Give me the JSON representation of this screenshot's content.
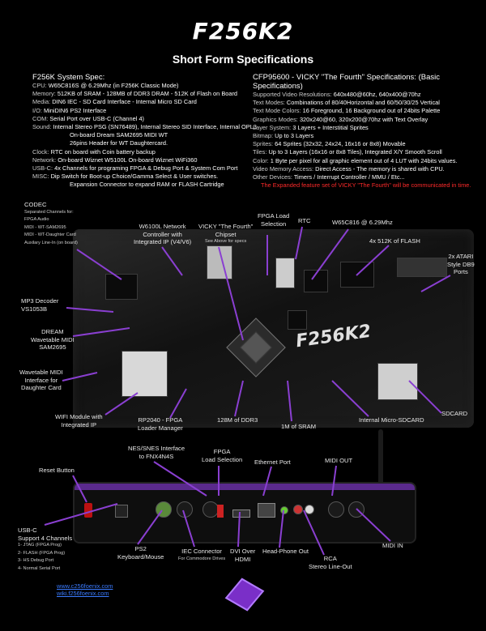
{
  "header": {
    "logo_text": "F256K2",
    "subtitle": "Short Form Specifications"
  },
  "system_spec": {
    "heading": "F256K System Spec:",
    "lines": [
      {
        "k": "CPU:",
        "v": "W65C816S @ 6.29Mhz (in F256K Classic Mode)"
      },
      {
        "k": "Memory:",
        "v": "512KB of SRAM - 128MB of DDR3 DRAM - 512K of Flash on Board"
      },
      {
        "k": "Media:",
        "v": "DIN6 IEC - SD Card Interface - Internal Micro SD Card"
      },
      {
        "k": "I/O:",
        "v": "MiniDIN6 PS2 Interface"
      },
      {
        "k": "COM:",
        "v": "Serial Port over USB-C (Channel 4)"
      },
      {
        "k": "Sound:",
        "v": "Internal Stereo PSG (SN76489), Internal Stereo SID Interface, Internal OPL3"
      },
      {
        "k": "",
        "v": "On-board Dream SAM2695 MIDI WT"
      },
      {
        "k": "",
        "v": "26pins Header for WT Daughtercard."
      },
      {
        "k": "Clock:",
        "v": "RTC on board with Coin battery backup"
      },
      {
        "k": "Network:",
        "v": "On-board Wiznet W5100L On-board Wiznet WiFi360"
      },
      {
        "k": "USB-C:",
        "v": "4x Channels for programing FPGA & Debug Port & System Com Port"
      },
      {
        "k": "MISC:",
        "v": "Dip Switch for Boot-up Choice/Gamma Select & User switches."
      },
      {
        "k": "",
        "v": "Expansion Connector to expand RAM or FLASH Cartridge"
      }
    ]
  },
  "vicky_spec": {
    "heading": "CFP95600 - VICKY \"The Fourth\" Specifications: (Basic Specifications)",
    "lines": [
      {
        "k": "Supported Video Resolutions:",
        "v": "640x480@60hz, 640x400@70hz"
      },
      {
        "k": "Text Modes:",
        "v": "Combinations of 80/40Horizontal and 60/50/30/25 Vertical"
      },
      {
        "k": "Text Mode Colors:",
        "v": "16 Foreground, 16 Background out of 24bits Palette"
      },
      {
        "k": "Graphics Modes:",
        "v": "320x240@60, 320x200@70hz with Text Overlay"
      },
      {
        "k": "Layer System:",
        "v": "3 Layers + Interstitial Sprites"
      },
      {
        "k": "Bitmap:",
        "v": "Up to 3 Layers"
      },
      {
        "k": "Sprites:",
        "v": "64 Sprites (32x32, 24x24, 16x16 or 8x8) Movable"
      },
      {
        "k": "Tiles:",
        "v": "Up to 3 Layers (16x16 or 8x8 Tiles), Integrated X/Y Smooth Scroll"
      },
      {
        "k": "Color:",
        "v": "1 Byte per pixel for all graphic element out of 4 LUT with 24bits values."
      },
      {
        "k": "Video Memory Access:",
        "v": "Direct Access - The memory is shared with CPU."
      },
      {
        "k": "Other Devices:",
        "v": "Timers / Interrupt Controller / MMU / Etc..."
      }
    ],
    "note": "The Expanded feature set of VICKY \"The Fourth\" will be communicated in time."
  },
  "board_callouts": {
    "codec_title": "CODEC",
    "codec_lines": [
      "Separated Channels for:",
      "FPGA Audio",
      "MIDI - WT-SAM2695",
      "MIDI - WT-Daughter Card",
      "Auxilary Line-In (on board)"
    ],
    "w6100": [
      "W6100L Network",
      "Controller with",
      "Integrated IP (V4/V6)"
    ],
    "vicky": [
      "VICKY \"The Fourth\"",
      "Chipset"
    ],
    "vicky_note": "See Above for specs",
    "fpga_load": [
      "FPGA Load",
      "Selection"
    ],
    "rtc": "RTC",
    "cpu": "W65C816 @ 6.29Mhz",
    "flash": "4x 512K of FLASH",
    "atari": [
      "2x ATARI",
      "Style DB9",
      "Ports"
    ],
    "mp3": [
      "MP3 Decoder",
      "VS1053B"
    ],
    "dream": [
      "DREAM",
      "Wavetable MIDI",
      "SAM2695"
    ],
    "wt_interface": [
      "Wavetable MIDI",
      "Interface for",
      "Daughter Card"
    ],
    "wifi": [
      "WIFI Module with",
      "Integrated IP"
    ],
    "rp2040": [
      "RP2040 - FPGA",
      "Loader Manager"
    ],
    "ddr3": "128M of DDR3",
    "sram": "1M of SRAM",
    "microsd": "Internal Micro-SDCARD",
    "sdcard": "SDCARD",
    "board_logo": "F256K2"
  },
  "rear_callouts": {
    "nes": [
      "NES/SNES Interface",
      "to FNX4N4S"
    ],
    "fpga_load": [
      "FPGA",
      "Load Selection"
    ],
    "ethernet": "Ethernet Port",
    "midi_out": "MIDI OUT",
    "reset": "Reset Button",
    "usbc_title": "USB-C",
    "usbc_lines": [
      "Support 4 Channels",
      "1- JTAG (FPGA Prog)",
      "2- FLASH (FPGA Prog)",
      "3- HS Debug Port",
      "4- Normal Serial Port"
    ],
    "ps2": [
      "PS2",
      "Keyboard/Mouse"
    ],
    "iec": "IEC Connector",
    "iec_note": "For Commodore Drives",
    "dvi": [
      "DVI Over",
      "HDMI"
    ],
    "headphone": "Head-Phone Out",
    "rca": [
      "RCA",
      "Stereo Line-Out"
    ],
    "midi_in": "MIDI IN"
  },
  "links": [
    "www.c256foenix.com",
    "wiki.f256foenix.com"
  ],
  "colors": {
    "accent": "#8a3fd1",
    "note_red": "#ff2a2a",
    "link": "#3a7bff"
  }
}
